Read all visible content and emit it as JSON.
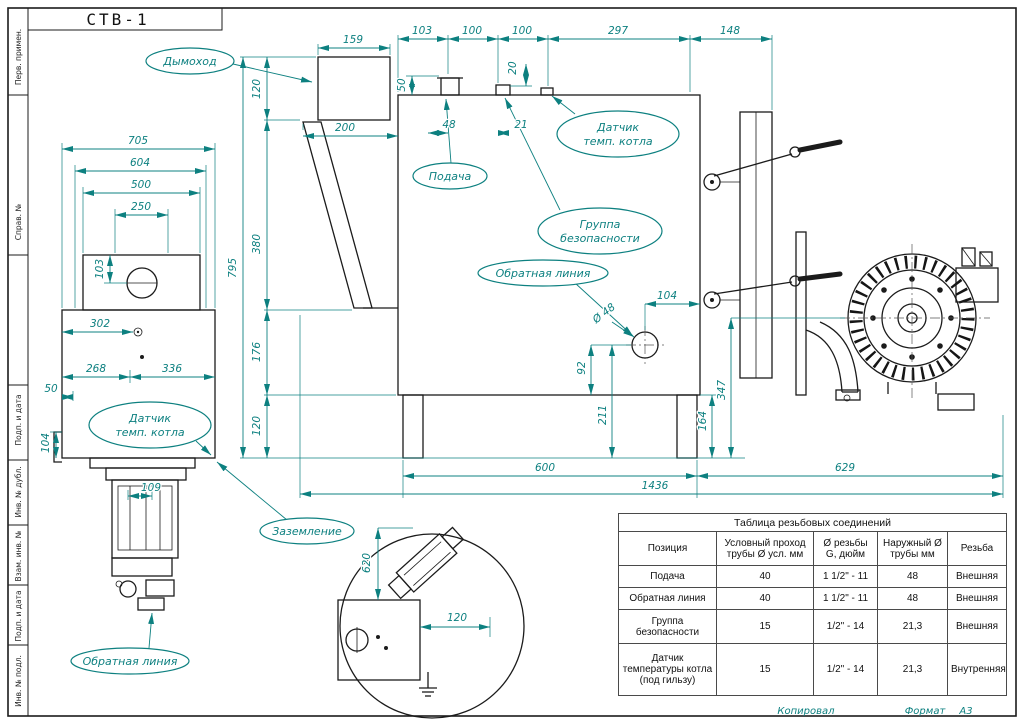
{
  "title": "СТВ-1",
  "accent_color": "#0d8080",
  "frame": {
    "left_labels": [
      "Перв. примен.",
      "Справ. №",
      "Подп. и дата",
      "Инв. № дубл.",
      "Взам. инв. №",
      "Подп. и дата",
      "Инв. № подл."
    ],
    "footer": {
      "copied": "Копировал",
      "format_label": "Формат",
      "format_value": "А3"
    }
  },
  "callouts": {
    "chimney": "Дымоход",
    "supply": "Подача",
    "sensor_line1": "Датчик",
    "sensor_line2": "темп. котла",
    "safety_line1": "Группа",
    "safety_line2": "безопасности",
    "return_line": "Обратная линия",
    "grounding": "Заземление",
    "hole_diameter": "Ø 48"
  },
  "dims_left": [
    "705",
    "604",
    "500",
    "250",
    "103",
    "302",
    "268",
    "336",
    "50",
    "104",
    "109"
  ],
  "dims_mid": [
    "159",
    "103",
    "100",
    "100",
    "297",
    "148",
    "120",
    "200",
    "50",
    "48",
    "21",
    "20",
    "380",
    "795",
    "176",
    "120",
    "104",
    "92",
    "211",
    "164",
    "347",
    "600",
    "629",
    "1436"
  ],
  "dims_detail": [
    "620",
    "120"
  ],
  "table": {
    "title": "Таблица резьбовых соединений",
    "headers": [
      "Позиция",
      "Условный проход трубы Ø усл. мм",
      "Ø резьбы G, дюйм",
      "Наружный Ø трубы мм",
      "Резьба"
    ],
    "rows": [
      [
        "Подача",
        "40",
        "1 1/2\" - 11",
        "48",
        "Внешняя"
      ],
      [
        "Обратная линия",
        "40",
        "1 1/2\" - 11",
        "48",
        "Внешняя"
      ],
      [
        "Группа безопасности",
        "15",
        "1/2\" - 14",
        "21,3",
        "Внешняя"
      ],
      [
        "Датчик температуры котла (под гильзу)",
        "15",
        "1/2\" - 14",
        "21,3",
        "Внутренняя"
      ]
    ]
  }
}
